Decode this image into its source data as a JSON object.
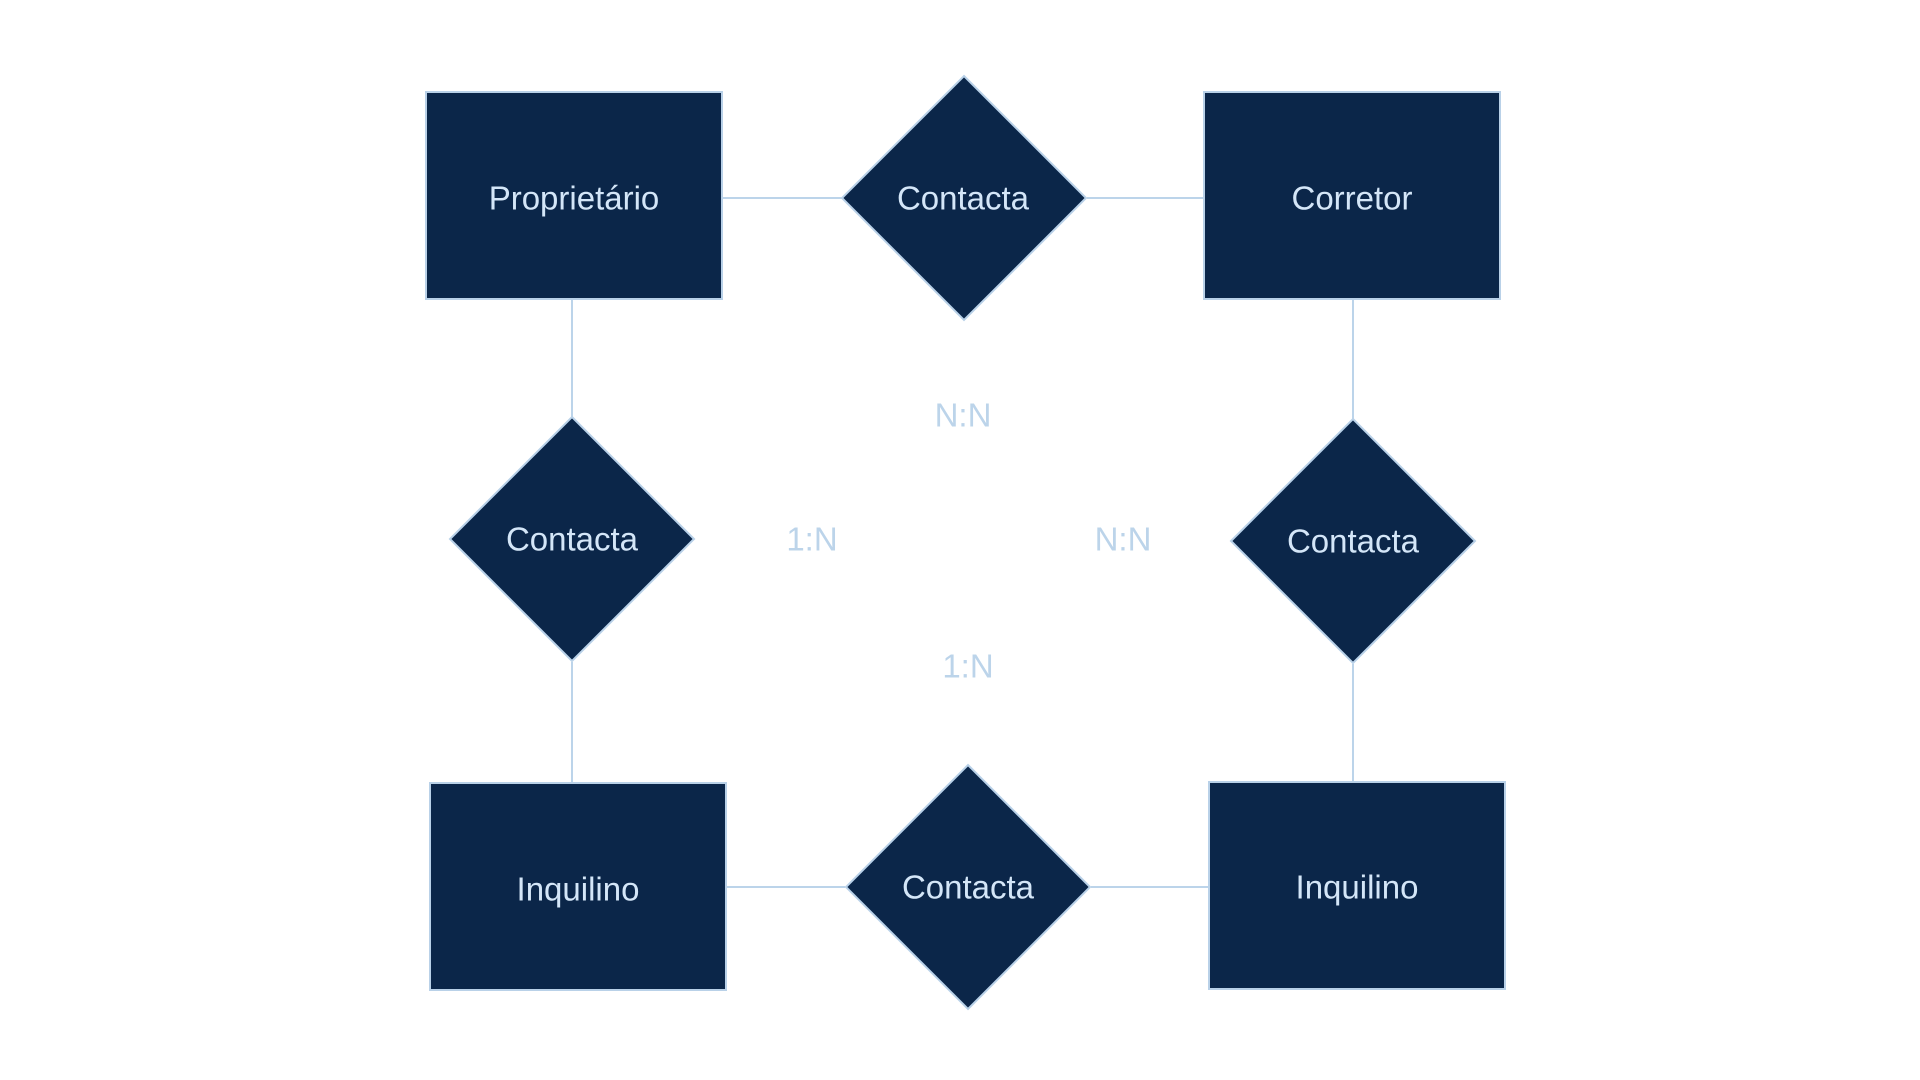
{
  "diagram": {
    "entities": {
      "proprietario": "Proprietário",
      "corretor": "Corretor",
      "inquilino_left": "Inquilino",
      "inquilino_right": "Inquilino"
    },
    "relationships": {
      "top": "Contacta",
      "left": "Contacta",
      "right": "Contacta",
      "bottom": "Contacta"
    },
    "cardinalities": {
      "top": "N:N",
      "left": "1:N",
      "right": "N:N",
      "bottom": "1:N"
    }
  },
  "colors": {
    "shape_fill": "#0b2649",
    "shape_stroke": "#b9d1e8",
    "label_text": "#d4e6f8",
    "connector": "#bcd4ea"
  }
}
